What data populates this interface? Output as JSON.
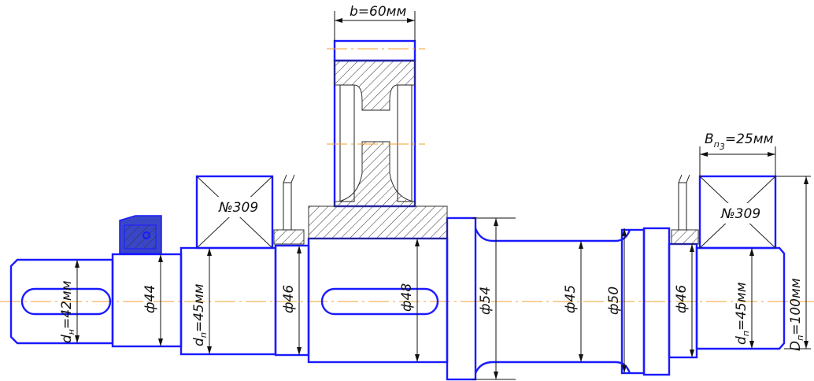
{
  "labels": {
    "gear_width": "b=60мм",
    "bearing_width_prefix": "B",
    "bearing_width_sub": "п",
    "bearing_width_sub2": "3",
    "bearing_width_value": "=25мм",
    "bearing_left": "№309",
    "bearing_right": "№309",
    "d_key_prefix": "d",
    "d_key_sub": "н",
    "d_key_value": "=42мм",
    "phi44": "ф44",
    "d_bearing_left_prefix": "d",
    "d_bearing_left_sub": "п",
    "d_bearing_left_value": "=45мм",
    "phi46_left": "ф46",
    "phi48": "ф48",
    "phi54": "ф54",
    "phi45": "ф45",
    "phi50": "ф50",
    "phi46_right": "ф46",
    "d_bearing_right_prefix": "d",
    "d_bearing_right_sub": "п",
    "d_bearing_right_value": "=45мм",
    "D_outer_prefix": "D",
    "D_outer_sub": "п",
    "D_outer_value": "=100мм"
  },
  "colors": {
    "shaft": "#1a1aff",
    "axis": "#f0a030",
    "seal": "#1a1aff"
  }
}
